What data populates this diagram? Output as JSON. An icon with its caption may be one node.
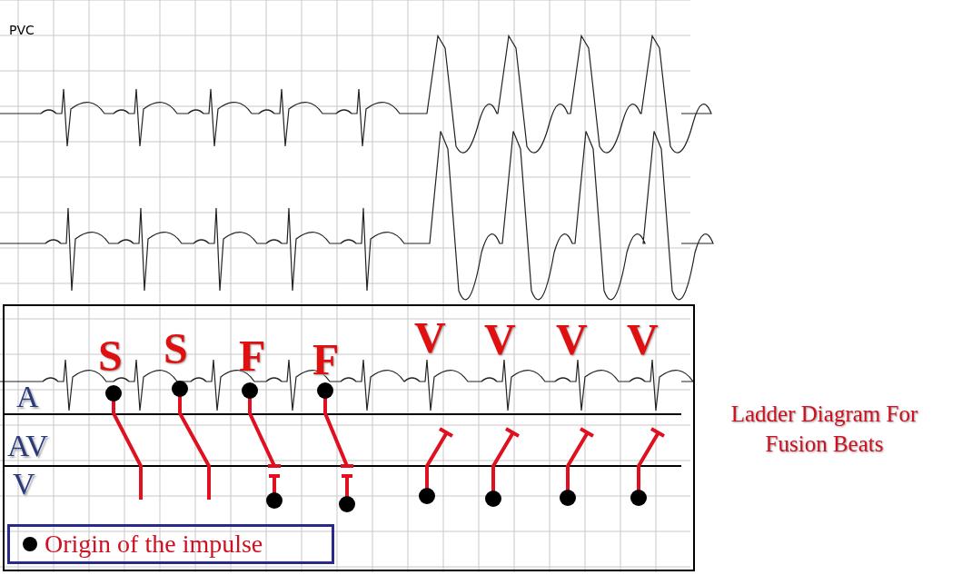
{
  "diagram": {
    "title": "Ladder Diagram For Fusion Beats",
    "labels": [
      "PVC",
      "S",
      "S",
      "F",
      "F",
      "V",
      "V",
      "V",
      "V",
      "A",
      "AV",
      "V"
    ],
    "legend": [
      {
        "text": "Origin of the impulse"
      }
    ]
  }
}
